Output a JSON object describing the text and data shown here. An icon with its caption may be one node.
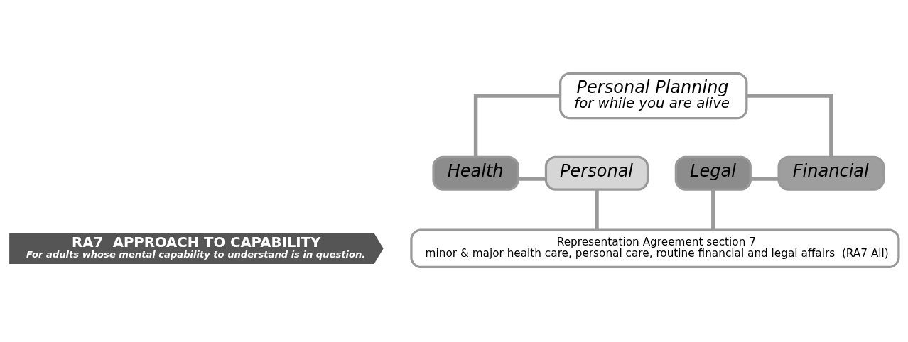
{
  "diagram": {
    "nodes": [
      {
        "text": [
          "Personal Planning",
          "for while you are alive"
        ]
      },
      {
        "text": [
          "Health"
        ]
      },
      {
        "text": [
          "Personal"
        ]
      },
      {
        "text": [
          "Legal"
        ]
      },
      {
        "text": [
          "Financial"
        ]
      },
      {
        "text": [
          "RA7  APPROACH TO CAPABILITY",
          "For adults whose mental capability to understand is in question."
        ]
      },
      {
        "text": [
          "Representation Agreement section 7",
          "minor & major health care, personal care, routine financial and legal affairs  (RA7 All)"
        ]
      }
    ],
    "edges": [
      {
        "from": 0,
        "to": 1,
        "arrow": "none"
      },
      {
        "from": 0,
        "to": 4,
        "arrow": "none"
      },
      {
        "from": 1,
        "to": 2,
        "arrow": "none"
      },
      {
        "from": 3,
        "to": 4,
        "arrow": "none"
      },
      {
        "from": 2,
        "to": 6,
        "arrow": "none"
      },
      {
        "from": 3,
        "to": 6,
        "arrow": "none"
      }
    ]
  }
}
